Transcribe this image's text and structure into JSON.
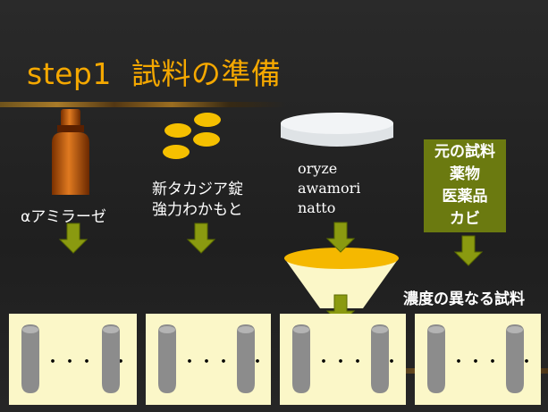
{
  "title": {
    "step": "step1",
    "text": "試料の準備"
  },
  "items": {
    "amylase": "αアミラーゼ",
    "tablets": [
      "新タカジア錠",
      "強力わかもと"
    ],
    "cultures": [
      "oryze",
      "awamori",
      "natto"
    ],
    "original_samples": [
      "元の試料",
      "薬物",
      "医薬品",
      "カビ"
    ],
    "concentration_label": "濃度の異なる試料"
  },
  "panels": [
    {
      "dots": "・・・・・"
    },
    {
      "dots": "・・・・・"
    },
    {
      "dots": "・・・・・"
    },
    {
      "dots": "・・・・・"
    }
  ],
  "colors": {
    "title": "#f5a800",
    "panel": "#fbf7c8",
    "arrow": "#8a9a10",
    "tube": "#8c8c8c",
    "bottle": "#c8600a",
    "tablet": "#f5c000",
    "funnel": "#fbf7c8",
    "funnel_fill": "#f5b800",
    "green_box": "#6b7a10"
  }
}
